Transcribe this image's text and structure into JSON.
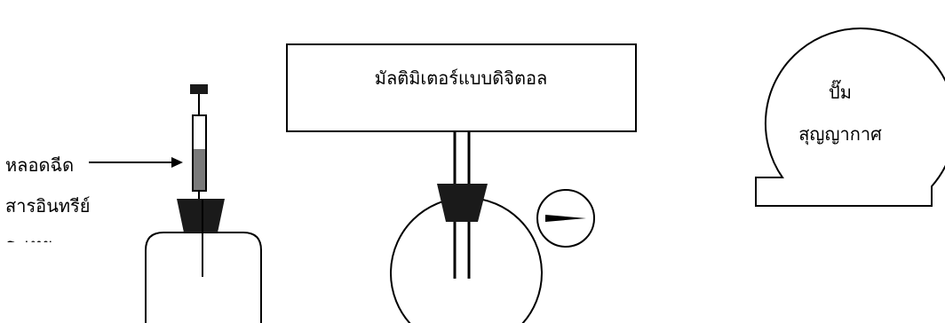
{
  "labels": {
    "multimeter": "มัลติมิเตอร์แบบดิจิตอล",
    "pump_line1": "ปั๊ม",
    "pump_line2": "สุญญากาศ",
    "syringe": "หลอดฉีด",
    "organic_line1": "สารอินทรีย์",
    "organic_line2": "ระเหย"
  },
  "icons": {
    "arrow": "right-arrow-icon",
    "gauge": "pressure-gauge-icon"
  },
  "colors": {
    "line": "#000000",
    "stopper": "#1a1a1a",
    "liquid": "#7a7a7a",
    "background": "#ffffff"
  }
}
